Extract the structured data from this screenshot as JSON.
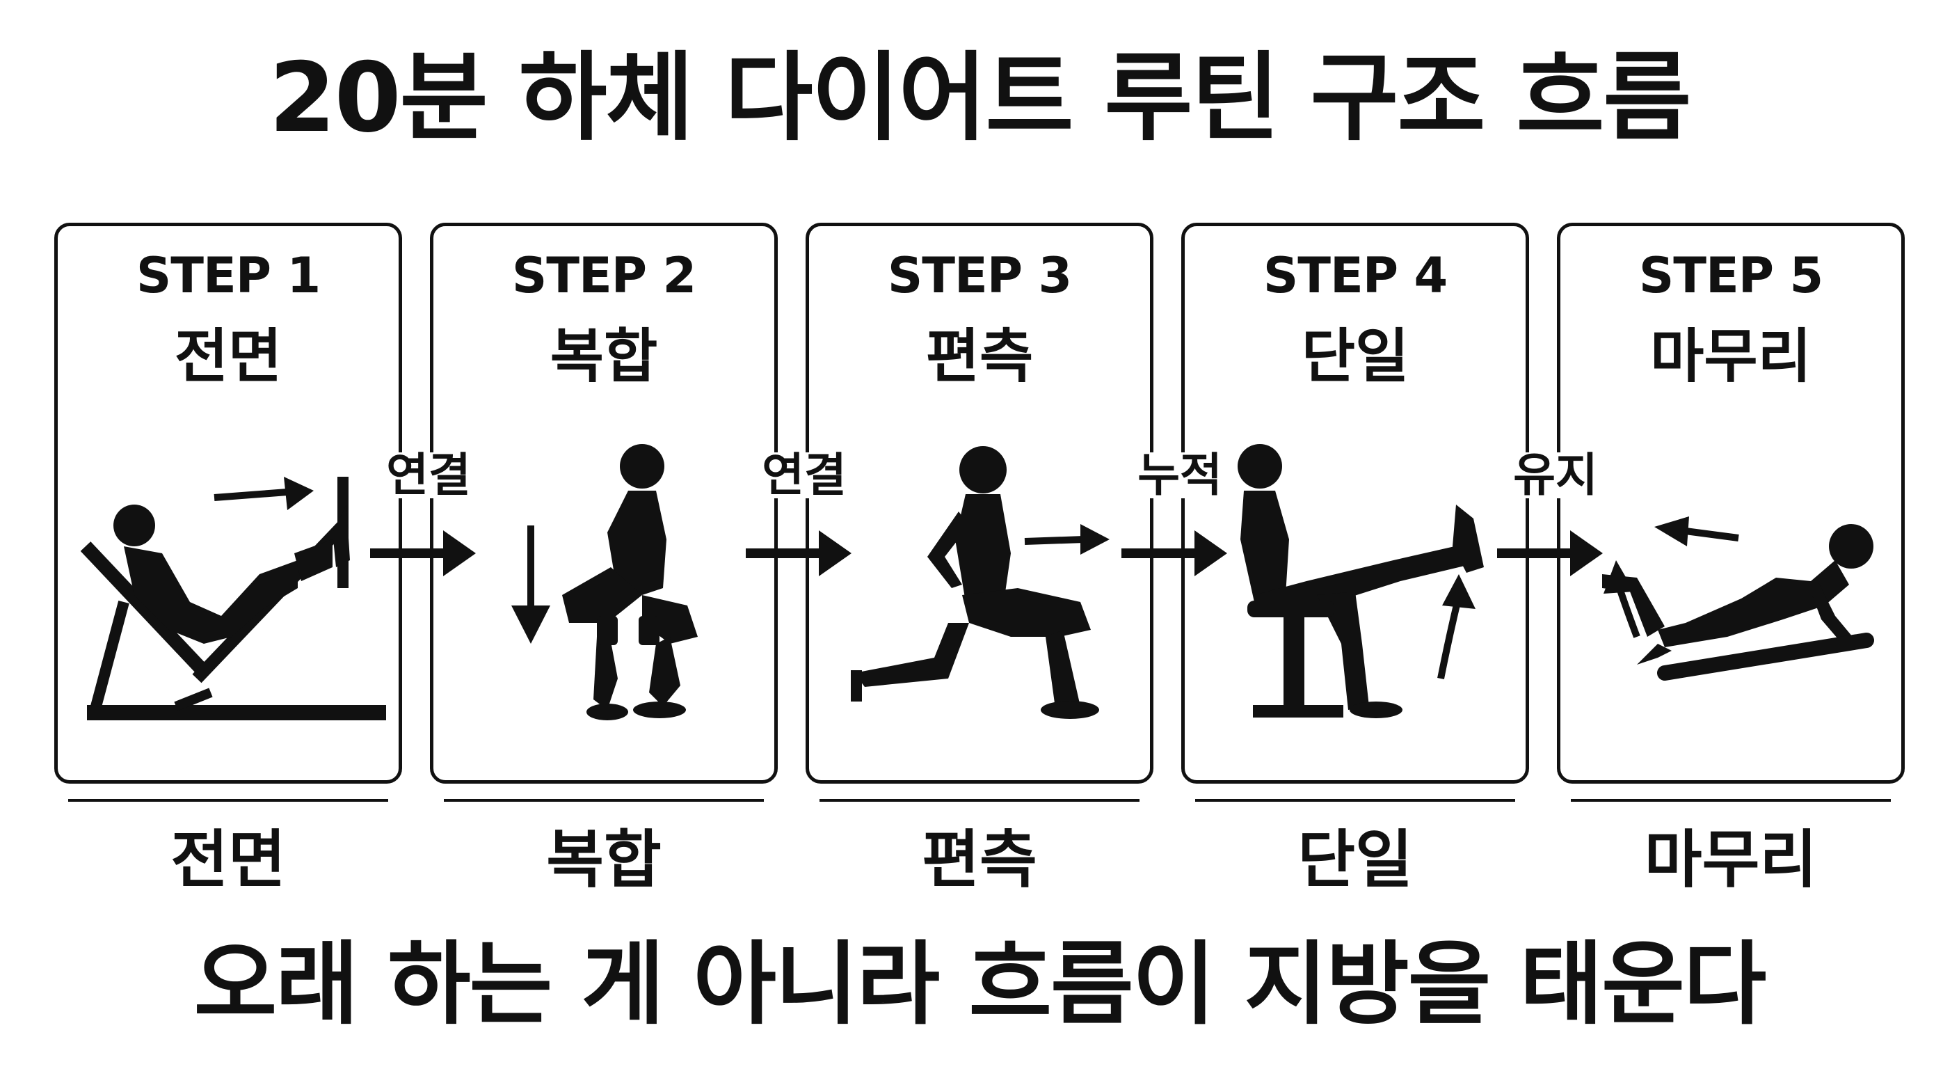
{
  "title": "20분 하체 다이어트 루틴 구조 흐름",
  "steps": [
    {
      "step": "STEP 1",
      "name": "전면",
      "caption": "전면"
    },
    {
      "step": "STEP 2",
      "name": "복합",
      "caption": "복합"
    },
    {
      "step": "STEP 3",
      "name": "편측",
      "caption": "편측"
    },
    {
      "step": "STEP 4",
      "name": "단일",
      "caption": "단일"
    },
    {
      "step": "STEP 5",
      "name": "마무리",
      "caption": "마무리"
    }
  ],
  "connectors": [
    "연결",
    "연결",
    "누적",
    "유지"
  ],
  "footer": "오래 하는 게 아니라 흐름이 지방을 태운다",
  "colors": {
    "ink": "#111111",
    "background": "#ffffff"
  },
  "icons": [
    "leg-press-figure-icon",
    "squat-figure-icon",
    "lunge-figure-icon",
    "leg-extension-figure-icon",
    "glute-kickback-figure-icon"
  ]
}
